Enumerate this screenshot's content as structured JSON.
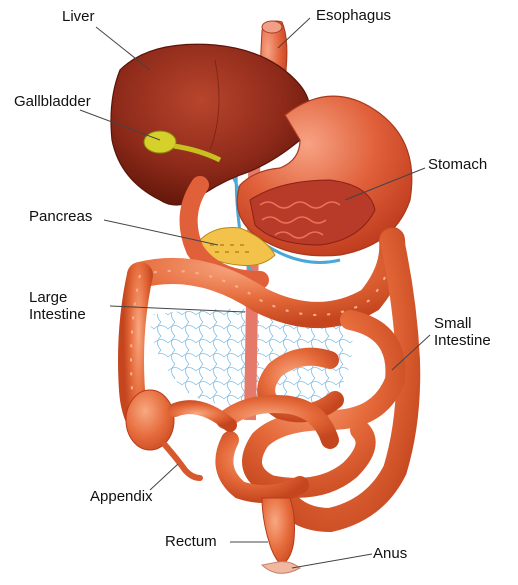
{
  "labels": {
    "liver": "Liver",
    "esophagus": "Esophagus",
    "gallbladder": "Gallbladder",
    "stomach": "Stomach",
    "pancreas": "Pancreas",
    "large_intestine": [
      "Large",
      "Intestine"
    ],
    "small_intestine": [
      "Small",
      "Intestine"
    ],
    "appendix": "Appendix",
    "rectum": "Rectum",
    "anus": "Anus"
  },
  "colors": {
    "liver": "#8e2a1a",
    "stomach": "#d9482c",
    "intestine": "#e0602e",
    "pancreas": "#f2c24a",
    "gallbladder": "#c8c020",
    "vessel": "#4aa8d8",
    "leader": "#444444"
  }
}
